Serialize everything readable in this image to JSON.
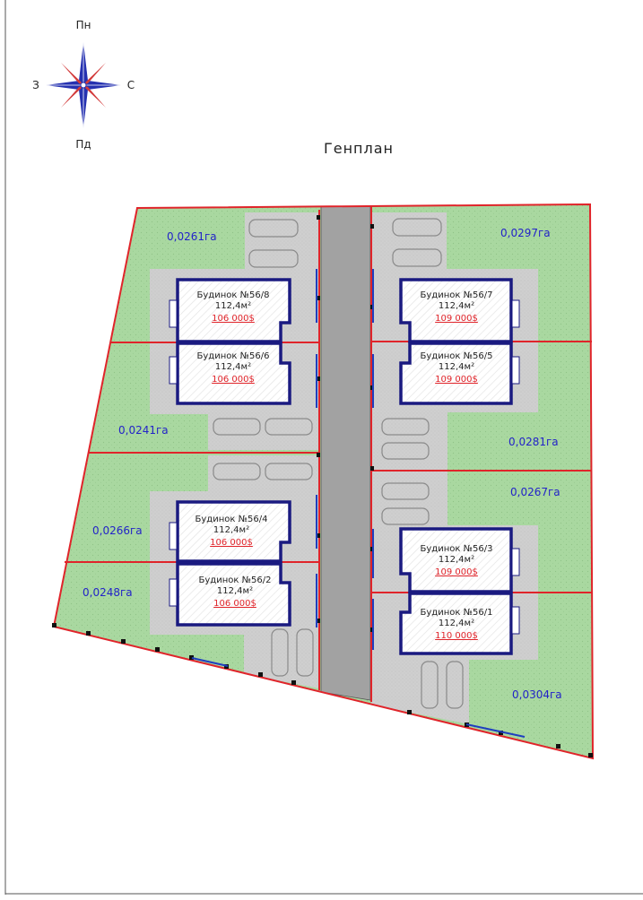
{
  "title": "Генплан",
  "compass": {
    "north": "Пн",
    "south": "Пд",
    "west": "З",
    "east": "С"
  },
  "plots": [
    {
      "id": "p1",
      "area": "0,0261га"
    },
    {
      "id": "p2",
      "area": "0,0241га"
    },
    {
      "id": "p3",
      "area": "0,0266га"
    },
    {
      "id": "p4",
      "area": "0,0248га"
    },
    {
      "id": "p5",
      "area": "0,0297га"
    },
    {
      "id": "p6",
      "area": "0,0281га"
    },
    {
      "id": "p7",
      "area": "0,0267га"
    },
    {
      "id": "p8",
      "area": "0,0304га"
    }
  ],
  "houses": [
    {
      "id": "h8",
      "name": "Будинок №56/8",
      "size": "112,4м²",
      "price": "106 000$"
    },
    {
      "id": "h6",
      "name": "Будинок №56/6",
      "size": "112,4м²",
      "price": "106 000$"
    },
    {
      "id": "h4",
      "name": "Будинок №56/4",
      "size": "112,4м²",
      "price": "106 000$"
    },
    {
      "id": "h2",
      "name": "Будинок №56/2",
      "size": "112,4м²",
      "price": "106 000$"
    },
    {
      "id": "h7",
      "name": "Будинок №56/7",
      "size": "112,4м²",
      "price": "109 000$"
    },
    {
      "id": "h5",
      "name": "Будинок №56/5",
      "size": "112,4м²",
      "price": "109 000$"
    },
    {
      "id": "h3",
      "name": "Будинок №56/3",
      "size": "112,4м²",
      "price": "109 000$"
    },
    {
      "id": "h1",
      "name": "Будинок №56/1",
      "size": "112,4м²",
      "price": "110 000$"
    }
  ],
  "colors": {
    "plot_fill": "#a9d8a0",
    "plot_border": "#e0242a",
    "paving": "#cfcfcf",
    "road": "#a2a2a2",
    "house_wall": "#1a1a80",
    "area_text": "#2323c8",
    "price_text": "#e0242a"
  }
}
